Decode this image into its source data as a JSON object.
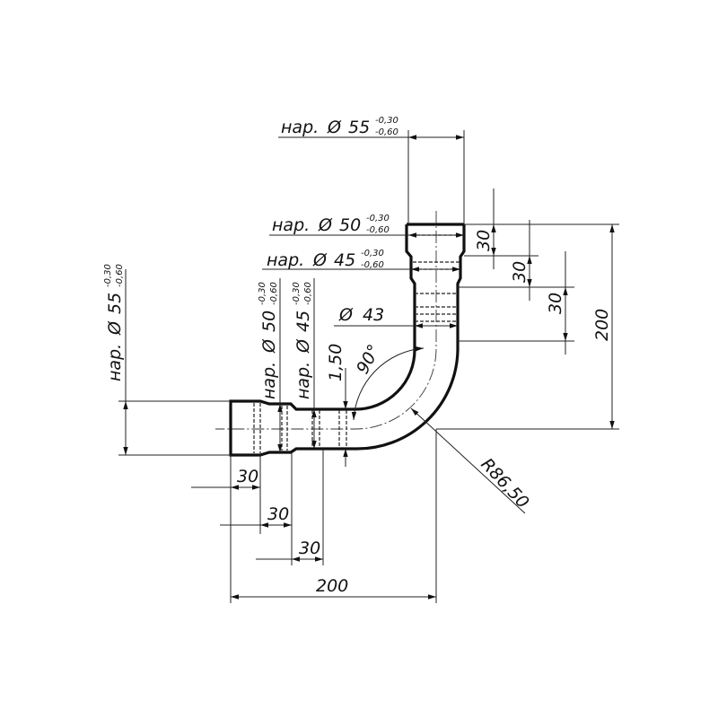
{
  "dimensions": {
    "top_od55": {
      "prefix": "нар.",
      "symbol": "Ø",
      "value": "55",
      "upper": "-0,30",
      "lower": "-0,60"
    },
    "top_od50": {
      "prefix": "нар.",
      "symbol": "Ø",
      "value": "50",
      "upper": "-0,30",
      "lower": "-0,60"
    },
    "top_od45": {
      "prefix": "нар.",
      "symbol": "Ø",
      "value": "45",
      "upper": "-0,30",
      "lower": "-0,60"
    },
    "id43": {
      "symbol": "Ø",
      "value": "43"
    },
    "left_od55": {
      "prefix": "нар.",
      "symbol": "Ø",
      "value": "55",
      "upper": "-0,30",
      "lower": "-0,60"
    },
    "left_od50": {
      "prefix": "нар.",
      "symbol": "Ø",
      "value": "50",
      "upper": "-0,30",
      "lower": "-0,60"
    },
    "left_od45": {
      "prefix": "нар.",
      "symbol": "Ø",
      "value": "45",
      "upper": "-0,30",
      "lower": "-0,60"
    },
    "wall": "1,50",
    "angle": "90°",
    "radius": "R86,50",
    "right_30a": "30",
    "right_30b": "30",
    "right_30c": "30",
    "right_200": "200",
    "bottom_30a": "30",
    "bottom_30b": "30",
    "bottom_30c": "30",
    "bottom_200": "200"
  }
}
